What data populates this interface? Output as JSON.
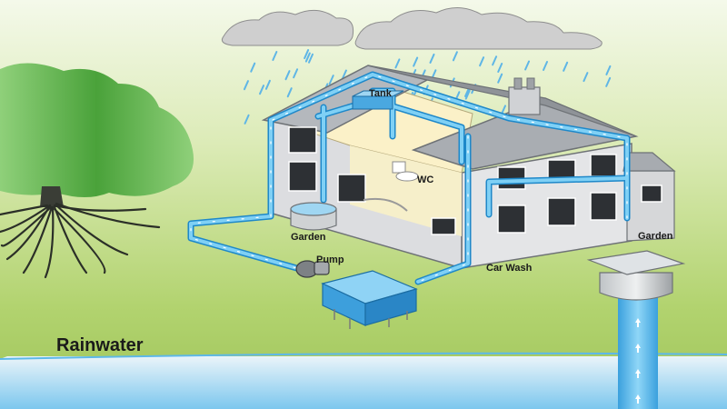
{
  "title": "Rainwater",
  "labels": {
    "tank": "Tank",
    "wc": "WC",
    "garden_left": "Garden",
    "pump": "Pump",
    "car_wash": "Car Wash",
    "garden_right": "Garden"
  },
  "colors": {
    "water_pipe": "#4fb3ea",
    "water_pipe_dark": "#1e88c9",
    "sky_green_top": "#eaf3d6",
    "sky_green_bottom": "#a9cc62",
    "ground_water": "#9fd6f2",
    "tree_green": "#63b34a",
    "tree_roots": "#2b2f28",
    "house_wall": "#d9dadc",
    "house_roof": "#9da1a6",
    "attic_interior": "#fbf1c8",
    "tank_box": "#4aa8e0",
    "cloud": "#cfcfcf"
  },
  "icons": [
    "cloud-icon",
    "rain-icon",
    "tree-icon",
    "house-icon",
    "tank-icon",
    "pump-icon",
    "storage-tank-icon",
    "rain-barrel-icon",
    "well-icon"
  ]
}
